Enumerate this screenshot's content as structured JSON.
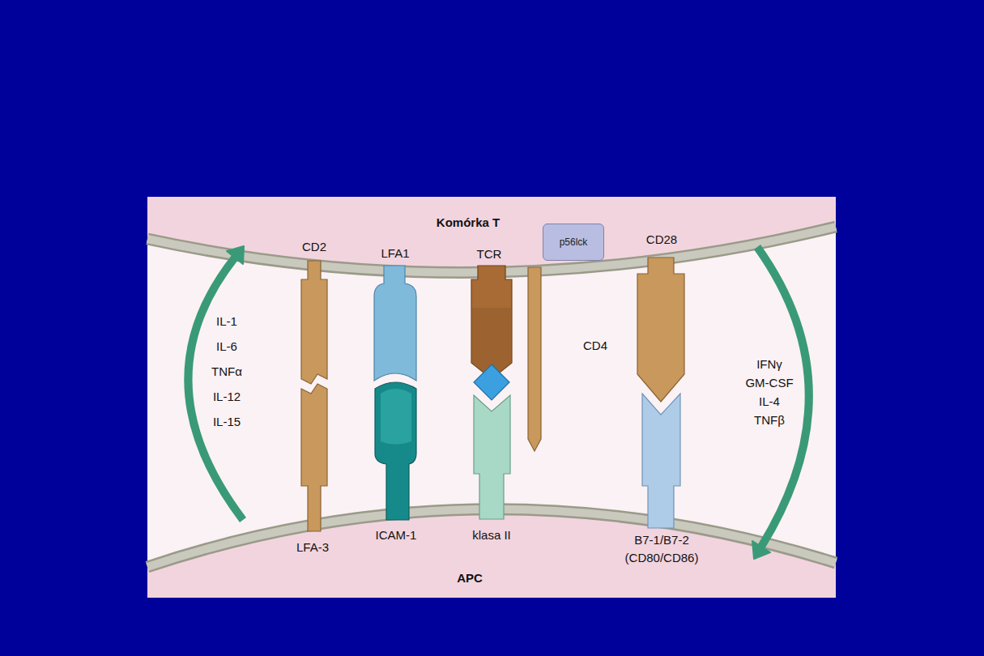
{
  "diagram": {
    "nodes": [
      {
        "text": [
          "p56lck"
        ]
      }
    ],
    "labels": [
      "Komórka T",
      "CD2",
      "LFA1",
      "TCR",
      "CD4",
      "CD28",
      "IL-1",
      "IL-6",
      "TNFα",
      "IL-12",
      "IL-15",
      "IFNγ",
      "GM-CSF",
      "IL-4",
      "TNFβ",
      "LFA-3",
      "ICAM-1",
      "klasa II",
      "B7-1/B7-2",
      "(CD80/CD86)",
      "APC"
    ]
  }
}
